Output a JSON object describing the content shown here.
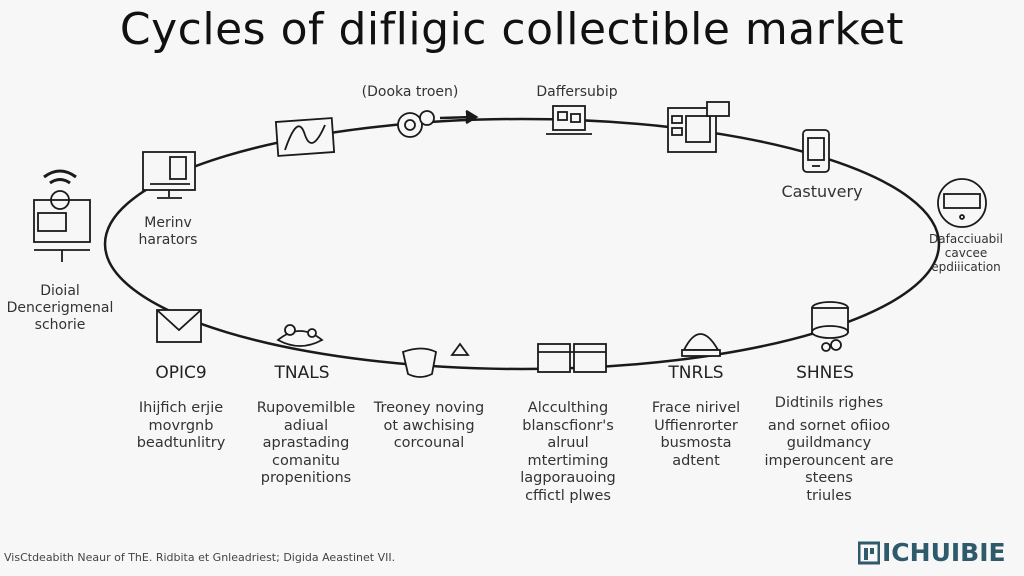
{
  "title": "Cycles of difligic collectible market",
  "top_labels": {
    "gear": "(Dooka troen)",
    "laptop": "Daffersubip",
    "phone": "Castuvery",
    "monitor": [
      "Merinv",
      "harators"
    ],
    "left": [
      "Dioial",
      "Dencerigmenal",
      "schorie"
    ],
    "right": [
      "Dafacciuabil",
      "cavcee",
      "epdiiication"
    ]
  },
  "columns": [
    {
      "heading": "OPIC9",
      "lines": [
        "Ihijfich erjie",
        "movrgnb",
        "beadtunlitry"
      ]
    },
    {
      "heading": "TNALS",
      "lines": [
        "Rupovemilble",
        "adiual",
        "aprastading",
        "comanitu",
        "propenitions"
      ]
    },
    {
      "heading": "",
      "lines": [
        "Treoney noving",
        "ot awchising",
        "corcounal"
      ]
    },
    {
      "heading": "",
      "lines": [
        "Alcculthing",
        "blanscfionr's",
        "alruul",
        "mtertiming",
        "lagporauoing",
        "cffictl plwes"
      ]
    },
    {
      "heading": "TNRLS",
      "lines": [
        "Frace nirivel",
        "Uffienrorter",
        "busmosta",
        "adtent"
      ]
    },
    {
      "heading": "SHNES",
      "lines": [
        "Didtinils righes",
        "and sornet ofiioo",
        "guildmancy",
        "imperouncent are",
        "steens",
        "triules"
      ]
    }
  ],
  "footer": "VisCtdeabith Neaur of ThE. Ridbita et Gnleadriest; Digida Aeastinet VII.",
  "brand": "ICHUIBIE",
  "colors": {
    "line": "#1a1a1a",
    "brand": "#2e5a6b",
    "background": "#f6f7f6"
  }
}
